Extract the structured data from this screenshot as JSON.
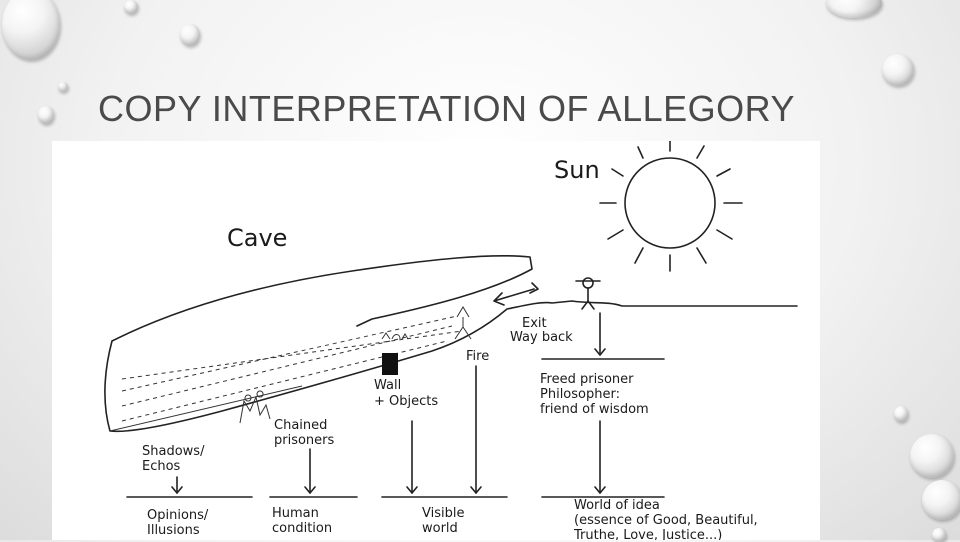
{
  "slide": {
    "title": "COPY INTERPRETATION OF ALLEGORY"
  },
  "diagram": {
    "sun_label": "Sun",
    "cave_label": "Cave",
    "exit_label": "Exit",
    "way_back_label": "Way back",
    "fire_label": "Fire",
    "wall_label_line1": "Wall",
    "wall_label_line2": "+ Objects",
    "chained_line1": "Chained",
    "chained_line2": "prisoners",
    "shadows_line1": "Shadows/",
    "shadows_line2": "Echos",
    "freed_line1": "Freed prisoner",
    "freed_line2": "Philosopher:",
    "freed_line3": "friend of wisdom",
    "opinions_line1": "Opinions/",
    "opinions_line2": "Illusions",
    "human_line1": "Human",
    "human_line2": "condition",
    "visible_line1": "Visible",
    "visible_line2": "world",
    "idea_line1": "World of idea",
    "idea_line2": "(essence of Good, Beautiful,",
    "idea_line3": "Truthe, Love, Justice...)"
  }
}
